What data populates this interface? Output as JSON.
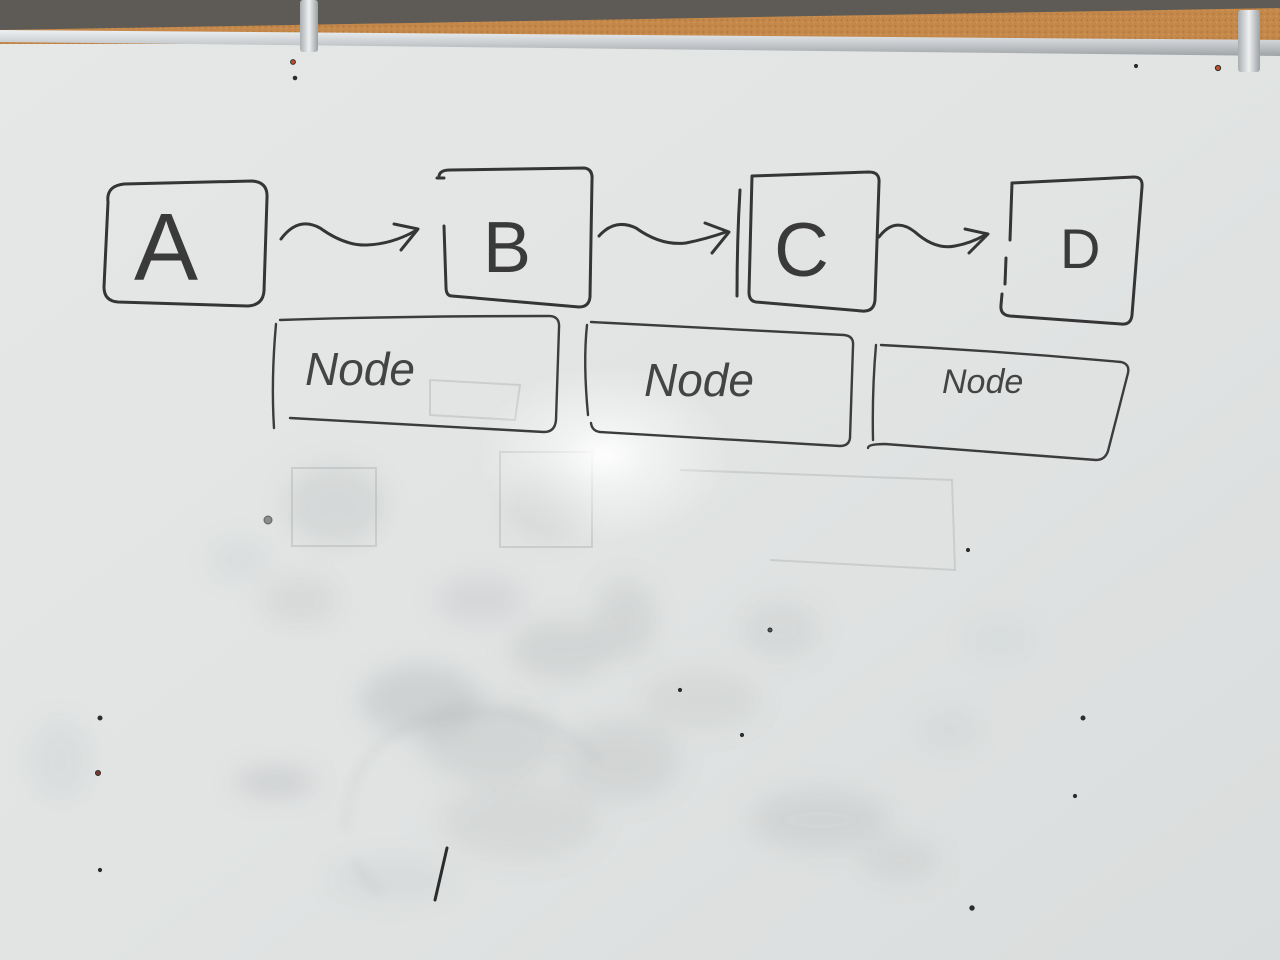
{
  "board": {
    "ink": "#353535",
    "surface": "#e4e6e6",
    "cork": "#c4884a",
    "rail": "#c9cdd0"
  },
  "diagram": {
    "top_row": [
      {
        "label": "A"
      },
      {
        "label": "B"
      },
      {
        "label": "C"
      },
      {
        "label": "D"
      }
    ],
    "bottom_row": [
      {
        "label": "Node"
      },
      {
        "label": "Node"
      },
      {
        "label": "Node"
      }
    ]
  }
}
